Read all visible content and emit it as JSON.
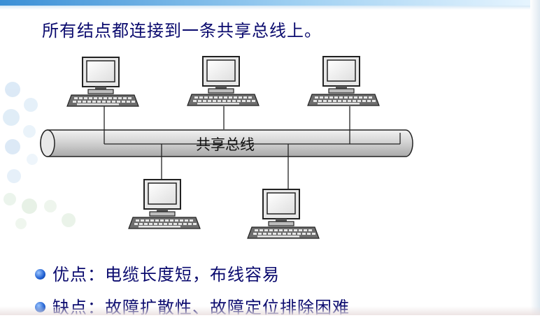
{
  "slide": {
    "headline": "所有结点都连接到一条共享总线上。",
    "bus_label": "共享总线",
    "bullets": [
      {
        "text": "优点：电缆长度短，布线容易"
      },
      {
        "text": "缺点：故障扩散性、故障定位排除困难"
      }
    ]
  },
  "colors": {
    "text": "#0a0a6e",
    "bullet": "#1f5fd1",
    "bus_fill": "#d9d9d9"
  },
  "icons": [
    "computer-icon"
  ]
}
